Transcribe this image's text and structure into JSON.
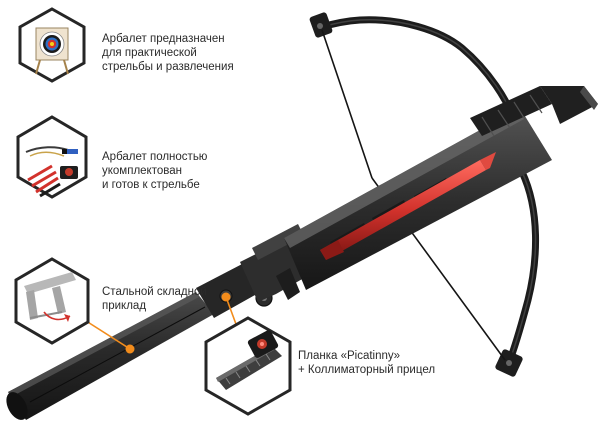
{
  "colors": {
    "accent": "#f28c1c",
    "hex_border": "#262626",
    "hex_fill": "#ffffff",
    "body_dark": "#2a2a2a",
    "body_mid": "#3b3b3b",
    "string": "#151515",
    "bolt_red": "#d2322c",
    "caption_text": "#2b2b2b"
  },
  "features": [
    {
      "id": "target",
      "icon": "archery-target-icon",
      "lines": [
        "Арбалет предназначен",
        "для практической",
        "стрельбы и развлечения"
      ]
    },
    {
      "id": "kit",
      "icon": "crossbow-kit-icon",
      "lines": [
        "Арбалет полностью",
        "укомплектован",
        "и готов к стрельбе"
      ]
    },
    {
      "id": "stock",
      "icon": "folding-stock-icon",
      "lines": [
        "Стальной складной",
        "приклад"
      ]
    },
    {
      "id": "sight",
      "icon": "red-dot-sight-icon",
      "lines": [
        "Планка «Picatinny»",
        "+ Коллиматорный прицел"
      ]
    }
  ]
}
